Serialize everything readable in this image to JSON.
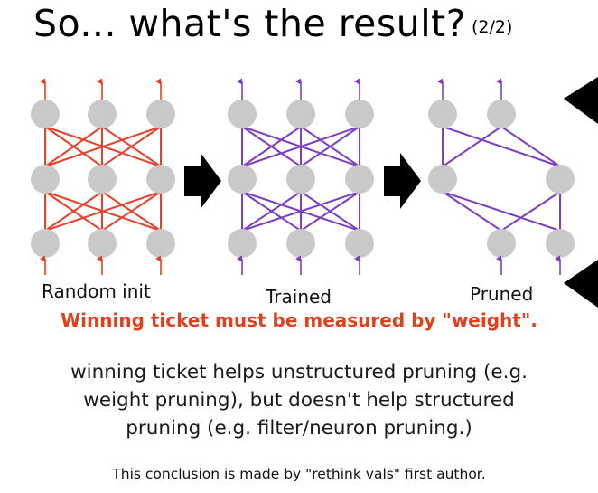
{
  "slide": {
    "title": "So... what's the result?",
    "title_suffix": "(2/2)",
    "highlight": "Winning ticket must be measured by \"weight\".",
    "body_line1": "winning ticket helps unstructured pruning (e.g.",
    "body_line2": "weight pruning), but doesn't help structured",
    "body_line3": "pruning (e.g. filter/neuron pruning.)",
    "footnote": "This conclusion is made by \"rethink vals\" first author."
  },
  "diagram": {
    "panels": [
      {
        "label": "Random init",
        "edge_color": "#e8402a"
      },
      {
        "label": "Trained",
        "edge_color": "#7b3fc4"
      },
      {
        "label": "Pruned",
        "edge_color": "#7b3fc4"
      }
    ],
    "node_color": "#c9c9c9",
    "arrow_color": "#000000"
  }
}
